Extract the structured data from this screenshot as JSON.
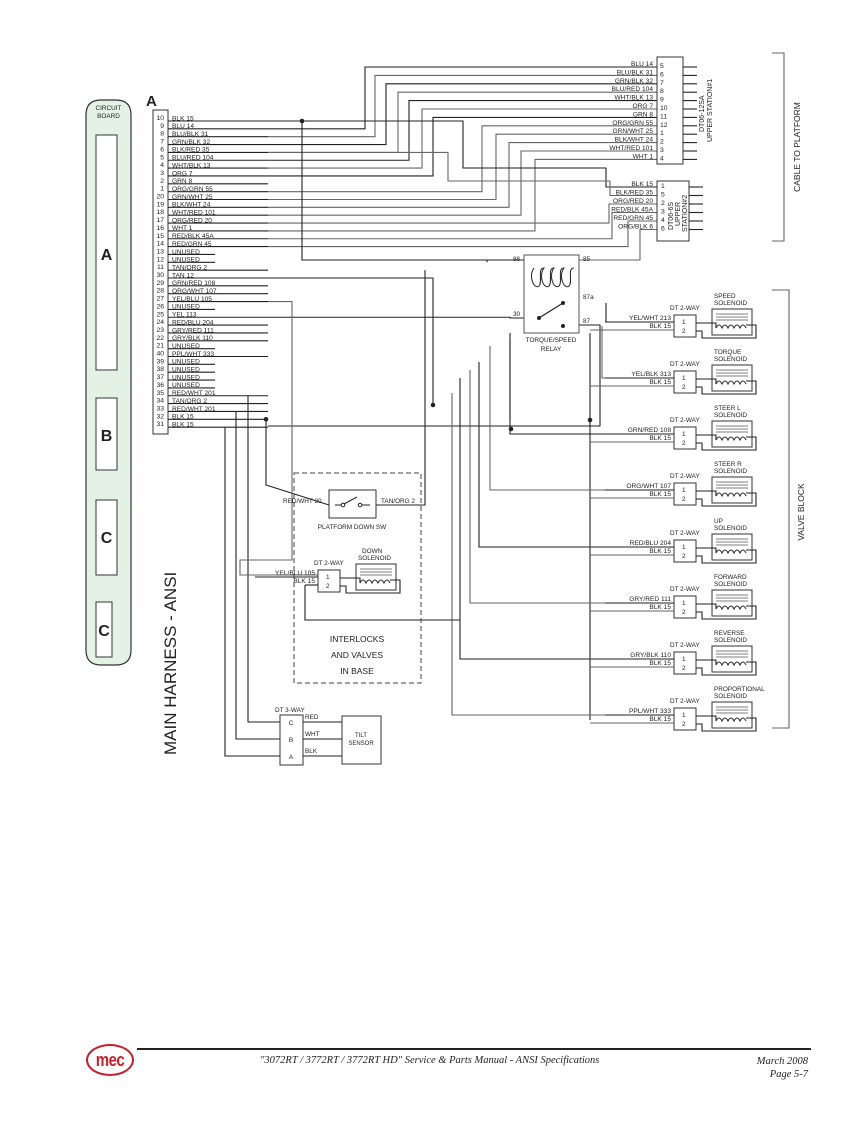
{
  "page": {
    "footer_title": "\"3072RT / 3772RT / 3772RT HD\" Service & Parts Manual - ANSI Specifications",
    "footer_date": "March 2008",
    "footer_page": "Page 5-7",
    "logo_text": "mec",
    "brand_color": "#c8202a"
  },
  "diagram": {
    "harness_title": "MAIN HARNESS - ANSI",
    "connector_letter": "A",
    "circuit_board": {
      "label_line1": "CIRCUIT",
      "label_line2": "BOARD",
      "fill": "#e4f2e6",
      "slots": [
        "A",
        "B",
        "C",
        "C"
      ]
    },
    "connector_a_pins": [
      {
        "pin": "10",
        "wire": "BLK 15"
      },
      {
        "pin": "9",
        "wire": "BLU 14"
      },
      {
        "pin": "8",
        "wire": "BLU/BLK 31"
      },
      {
        "pin": "7",
        "wire": "GRN/BLK 32"
      },
      {
        "pin": "6",
        "wire": "BLK/RED 35"
      },
      {
        "pin": "5",
        "wire": "BLU/RED 104"
      },
      {
        "pin": "4",
        "wire": "WHT/BLK 13"
      },
      {
        "pin": "3",
        "wire": "ORG 7"
      },
      {
        "pin": "2",
        "wire": "GRN 8"
      },
      {
        "pin": "1",
        "wire": "ORG/GRN 55"
      },
      {
        "pin": "20",
        "wire": "GRN/WHT 25"
      },
      {
        "pin": "19",
        "wire": "BLK/WHT 24"
      },
      {
        "pin": "18",
        "wire": "WHT/RED 101"
      },
      {
        "pin": "17",
        "wire": "ORG/RED 20"
      },
      {
        "pin": "16",
        "wire": "WHT 1"
      },
      {
        "pin": "15",
        "wire": "RED/BLK 45A"
      },
      {
        "pin": "14",
        "wire": "RED/GRN 45"
      },
      {
        "pin": "13",
        "wire": "UNUSED"
      },
      {
        "pin": "12",
        "wire": "UNUSED"
      },
      {
        "pin": "11",
        "wire": "TAN/ORG 2"
      },
      {
        "pin": "30",
        "wire": "TAN 12"
      },
      {
        "pin": "29",
        "wire": "GRN/RED 108"
      },
      {
        "pin": "28",
        "wire": "ORG/WHT 107"
      },
      {
        "pin": "27",
        "wire": "YEL/BLU 105"
      },
      {
        "pin": "26",
        "wire": "UNUSED"
      },
      {
        "pin": "25",
        "wire": "YEL 113"
      },
      {
        "pin": "24",
        "wire": "RED/BLU 204"
      },
      {
        "pin": "23",
        "wire": "GRY/RED 111"
      },
      {
        "pin": "22",
        "wire": "GRY/BLK 110"
      },
      {
        "pin": "21",
        "wire": "UNUSED"
      },
      {
        "pin": "40",
        "wire": "PPL/WHT 333"
      },
      {
        "pin": "39",
        "wire": "UNUSED"
      },
      {
        "pin": "38",
        "wire": "UNUSED"
      },
      {
        "pin": "37",
        "wire": "UNUSED"
      },
      {
        "pin": "36",
        "wire": "UNUSED"
      },
      {
        "pin": "35",
        "wire": "RED/WHT 201"
      },
      {
        "pin": "34",
        "wire": "TAN/ORG 2"
      },
      {
        "pin": "33",
        "wire": "RED/WHT 201"
      },
      {
        "pin": "32",
        "wire": "BLK 15"
      },
      {
        "pin": "31",
        "wire": "BLK 15"
      }
    ],
    "upper_station_1": {
      "name_line1": "DT06-12SA",
      "name_line2": "UPPER STATION#1",
      "pins": [
        {
          "pin": "5",
          "wire": "BLU 14"
        },
        {
          "pin": "6",
          "wire": "BLU/BLK 31"
        },
        {
          "pin": "7",
          "wire": "GRN/BLK 32"
        },
        {
          "pin": "8",
          "wire": "BLU/RED 104"
        },
        {
          "pin": "9",
          "wire": "WHT/BLK 13"
        },
        {
          "pin": "10",
          "wire": "ORG 7"
        },
        {
          "pin": "11",
          "wire": "GRN 8"
        },
        {
          "pin": "12",
          "wire": "ORG/GRN 55"
        },
        {
          "pin": "1",
          "wire": "GRN/WHT 25"
        },
        {
          "pin": "2",
          "wire": "BLK/WHT 24"
        },
        {
          "pin": "3",
          "wire": "WHT/RED 101"
        },
        {
          "pin": "4",
          "wire": "WHT 1"
        }
      ]
    },
    "upper_station_2": {
      "name_line1": "DT06-6S",
      "name_line2": "UPPER",
      "name_line3": "STATION#2",
      "pins": [
        {
          "pin": "1",
          "wire": "BLK 15"
        },
        {
          "pin": "5",
          "wire": "BLK/RED 35"
        },
        {
          "pin": "2",
          "wire": "ORG/RED 20"
        },
        {
          "pin": "3",
          "wire": "RED/BLK 45A"
        },
        {
          "pin": "4",
          "wire": "RED/GRN 45"
        },
        {
          "pin": "6",
          "wire": "ORG/BLK 6"
        }
      ]
    },
    "cable_to_platform": "CABLE TO PLATFORM",
    "valve_block": "VALVE BLOCK",
    "relay": {
      "name_line1": "TORQUE/SPEED",
      "name_line2": "RELAY",
      "terminals": [
        "86",
        "85",
        "87a",
        "30",
        "87"
      ]
    },
    "connector_type_2way": "DT 2-WAY",
    "connector_type_3way": "DT 3-WAY",
    "ground_wire": "BLK 15",
    "solenoids": [
      {
        "name_line1": "SPEED",
        "name_line2": "SOLENOID",
        "wire": "YEL/WHT 213"
      },
      {
        "name_line1": "TORQUE",
        "name_line2": "SOLENOID",
        "wire": "YEL/BLK 313"
      },
      {
        "name_line1": "STEER L",
        "name_line2": "SOLENOID",
        "wire": "GRN/RED 108"
      },
      {
        "name_line1": "STEER R",
        "name_line2": "SOLENOID",
        "wire": "ORG/WHT 107"
      },
      {
        "name_line1": "UP",
        "name_line2": "SOLENOID",
        "wire": "RED/BLU 204"
      },
      {
        "name_line1": "FORWARD",
        "name_line2": "SOLENOID",
        "wire": "GRY/RED 111"
      },
      {
        "name_line1": "REVERSE",
        "name_line2": "SOLENOID",
        "wire": "GRY/BLK 110"
      },
      {
        "name_line1": "PROPORTIONAL",
        "name_line2": "SOLENOID",
        "wire": "PPL/WHT 333"
      }
    ],
    "platform_down_sw": {
      "name": "PLATFORM DOWN SW",
      "left_wire": "RED/WHT 20",
      "right_wire": "TAN/ORG 2"
    },
    "down_solenoid": {
      "name_line1": "DOWN",
      "name_line2": "SOLENOID",
      "wire": "YEL/BLU 105",
      "ground": "BLK 15"
    },
    "interlocks": [
      "INTERLOCKS",
      "AND VALVES",
      "IN BASE"
    ],
    "tilt_sensor": {
      "name_line1": "TILT",
      "name_line2": "SENSOR",
      "pins": [
        {
          "pin": "C",
          "wire": "RED"
        },
        {
          "pin": "B",
          "wire": "WHT"
        },
        {
          "pin": "A",
          "wire": "BLK"
        }
      ]
    },
    "pin_labels": [
      "1",
      "2"
    ]
  }
}
